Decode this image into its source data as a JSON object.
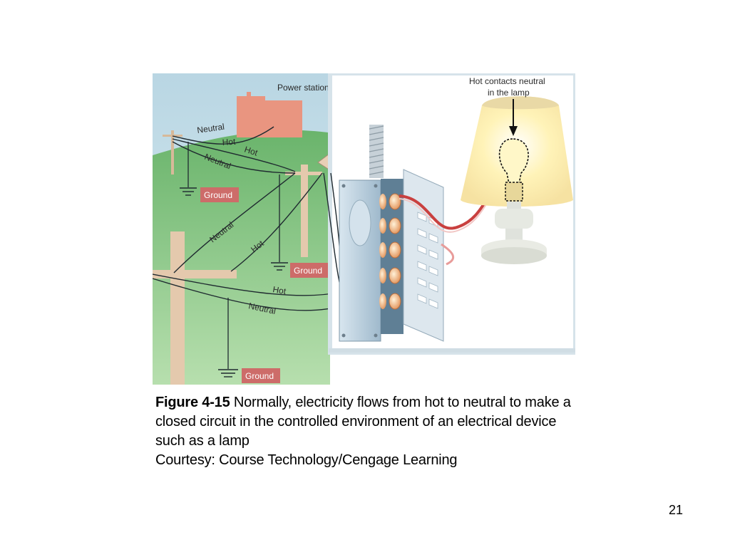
{
  "figure": {
    "labels": {
      "power_station": "Power station",
      "hot_contacts_line1": "Hot contacts neutral",
      "hot_contacts_line2": "in the lamp",
      "neutral": "Neutral",
      "hot": "Hot",
      "ground": "Ground"
    },
    "colors": {
      "sky": "#c8dfe9",
      "grass_light": "#9ecf8f",
      "grass_dark": "#5fae62",
      "power_station": "#e99580",
      "ground_tag": "#cd6c69",
      "pole": "#e4c9ad",
      "house_interior": "#ffffff",
      "panel": "#b8cfe0",
      "lamp_glow": "#fff6c6",
      "red_wire": "#c9403f"
    }
  },
  "caption": {
    "figure_number": "Figure 4-15",
    "text": " Normally, electricity flows from hot to neutral to make a closed circuit in the controlled environment of an electrical device such as a lamp",
    "credit": "Courtesy: Course Technology/Cengage Learning"
  },
  "page_number": "21"
}
